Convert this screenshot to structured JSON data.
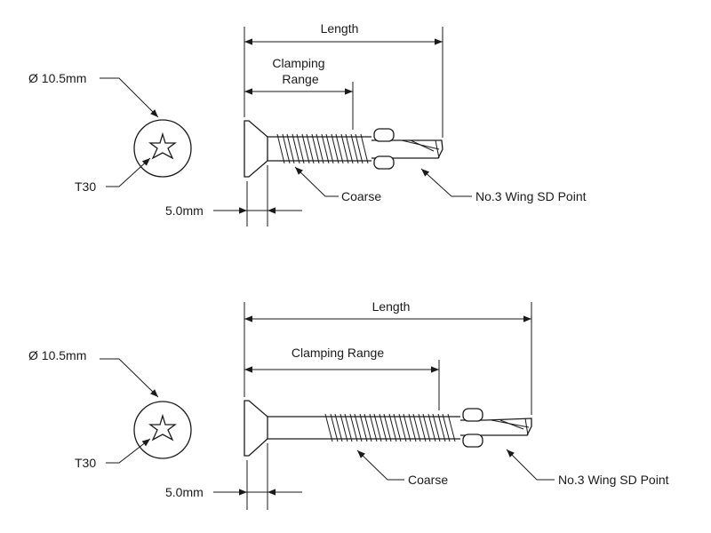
{
  "diagrams": [
    {
      "head_diameter": "Ø 10.5mm",
      "drive": "T30",
      "head_height": "5.0mm",
      "length": "Length",
      "clamping_range": [
        "Clamping",
        "Range"
      ],
      "thread": "Coarse",
      "point": "No.3 Wing SD Point"
    },
    {
      "head_diameter": "Ø 10.5mm",
      "drive": "T30",
      "head_height": "5.0mm",
      "length": "Length",
      "clamping_range": [
        "Clamping Range"
      ],
      "thread": "Coarse",
      "point": "No.3 Wing SD Point"
    }
  ]
}
